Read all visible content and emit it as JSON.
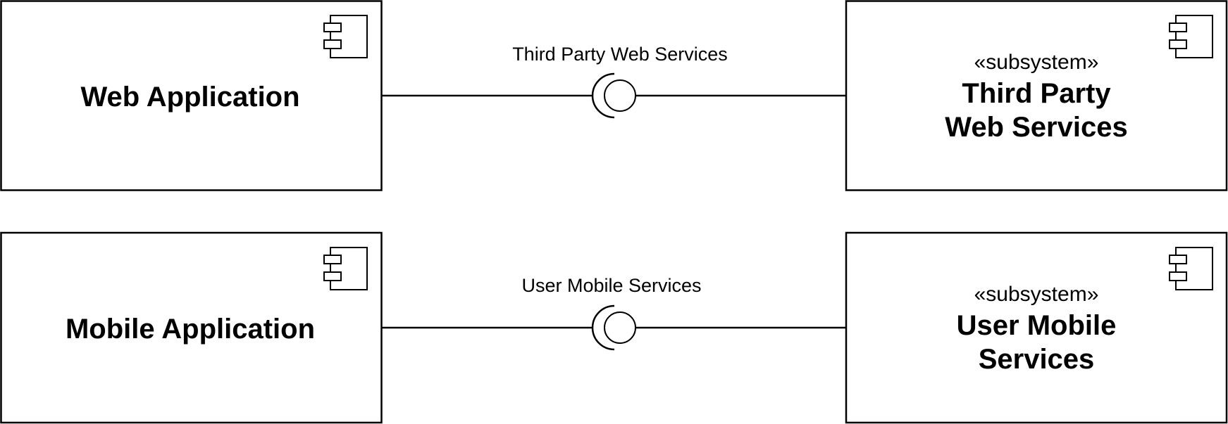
{
  "components": {
    "web_application": {
      "name": "Web Application"
    },
    "mobile_application": {
      "name": "Mobile Application"
    },
    "third_party_web_services": {
      "stereotype": "«subsystem»",
      "name_line1": "Third Party",
      "name_line2": "Web Services"
    },
    "user_mobile_services": {
      "stereotype": "«subsystem»",
      "name_line1": "User Mobile",
      "name_line2": "Services"
    }
  },
  "interfaces": {
    "top": {
      "label": "Third Party Web Services"
    },
    "bottom": {
      "label": "User Mobile Services"
    }
  },
  "icons": {
    "component_icon": "uml-component-icon",
    "interface_symbol": "ball-and-socket-icon"
  },
  "colors": {
    "stroke": "#000000",
    "fill": "#ffffff"
  }
}
